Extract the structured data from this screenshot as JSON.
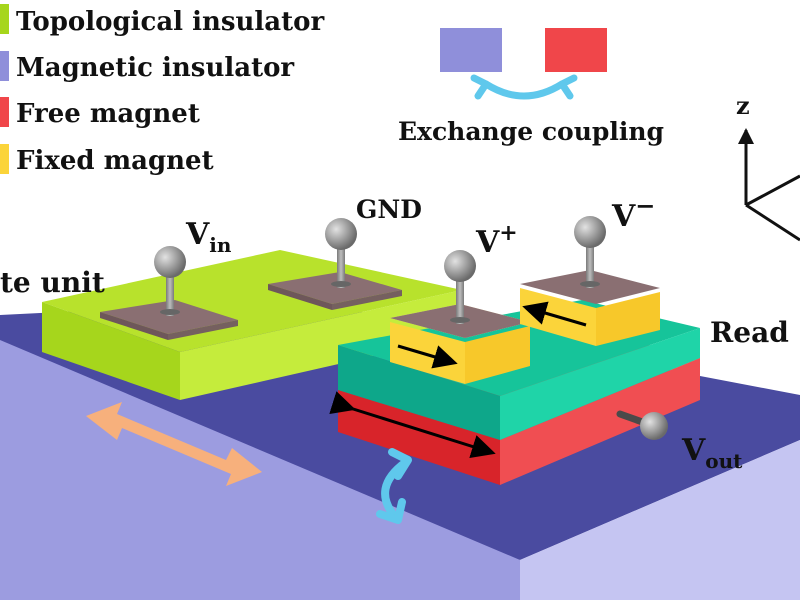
{
  "legend": {
    "items": [
      {
        "label": "Topological insulator",
        "color": "#a6d61c"
      },
      {
        "label": "Magnetic insulator",
        "color": "#8f8fda"
      },
      {
        "label": "Free magnet",
        "color": "#f0464a"
      },
      {
        "label": "Fixed magnet",
        "color": "#fbd43a"
      }
    ]
  },
  "exchange": {
    "label": "Exchange coupling",
    "left_color": "#8f8fda",
    "right_color": "#f0464a",
    "arrow_color": "#5fc8ec"
  },
  "axes": {
    "z_label": "z"
  },
  "sections": {
    "left_unit_label": "te unit",
    "right_unit_label": "Read"
  },
  "terminals": {
    "vin_main": "V",
    "vin_sub": "in",
    "gnd": "GND",
    "vplus_main": "V",
    "vplus_sup": "+",
    "vminus_main": "V",
    "vminus_sup": "−",
    "vout_main": "V",
    "vout_sub": "out"
  },
  "colors": {
    "substrate_top": "#4a4ba0",
    "substrate_front": "#9c9ce0",
    "topological_top": "#b8e22c",
    "topological_front": "#a6d61c",
    "teal_top": "#16c49a",
    "teal_front": "#0ea78a",
    "free_magnet": "#ec3b40",
    "fixed_magnet": "#fbd43a",
    "contact_pad": "#8a6f72",
    "probe": "#8a8a8a",
    "double_arrow_orange": "#f7b07c",
    "double_arrow_cyan": "#5fc8ec"
  }
}
